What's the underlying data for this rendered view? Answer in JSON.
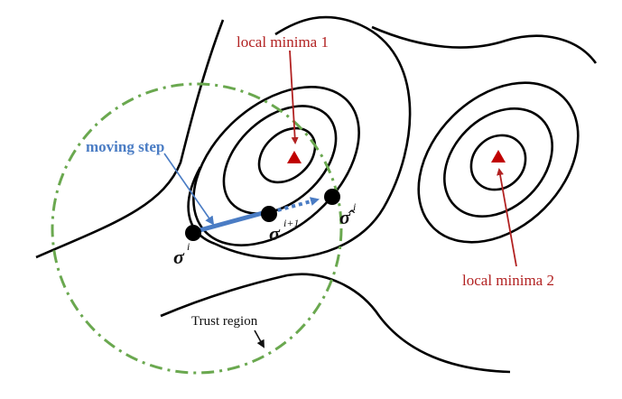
{
  "labels": {
    "local_minima_1": "local minima 1",
    "local_minima_2": "local minima 2",
    "moving_step": "moving step",
    "trust_region": "Trust region"
  },
  "symbols": {
    "sigma_i": {
      "base": "σ",
      "sup": "i"
    },
    "sigma_i_plus_1": {
      "base": "σ",
      "sup": "i+1"
    },
    "sigma_hat_i": {
      "base": "σ̂",
      "sup": "i"
    }
  },
  "colors": {
    "contour": "#000000",
    "minimum_marker": "#c00000",
    "label_red": "#b22222",
    "moving_step_arrow": "#4a7cc4",
    "trust_region": "#6aa84f"
  },
  "icons": {
    "minimum_marker": "triangle",
    "iterate_point": "filled-circle"
  }
}
